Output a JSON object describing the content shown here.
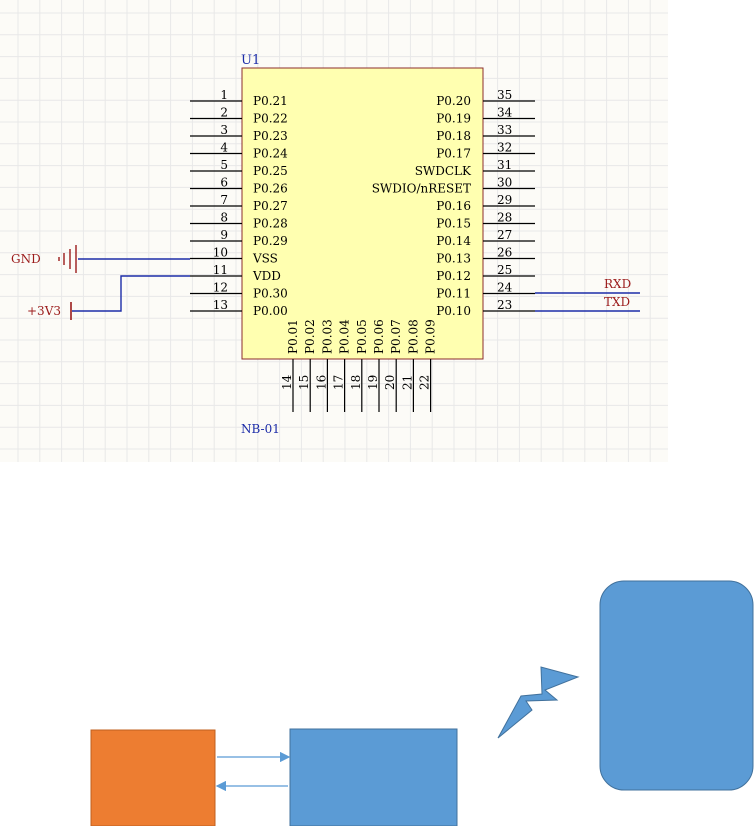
{
  "colors": {
    "grid_bg": "#fcfbf7",
    "grid_line": "#e6e6e6",
    "chip_fill": "#ffffb0",
    "chip_stroke": "#8b2d2d",
    "pin": "#000000",
    "net": "#1c2ca8",
    "net_label": "#9b1b1b",
    "designator": "#1c2ca8",
    "orange_block": "#ed7d31",
    "blue_block": "#5b9bd5",
    "arrow": "#5b9bd5"
  },
  "schematic": {
    "designator": "U1",
    "part_name": "NB-01",
    "left_pins": [
      {
        "num": "1",
        "name": "P0.21"
      },
      {
        "num": "2",
        "name": "P0.22"
      },
      {
        "num": "3",
        "name": "P0.23"
      },
      {
        "num": "4",
        "name": "P0.24"
      },
      {
        "num": "5",
        "name": "P0.25"
      },
      {
        "num": "6",
        "name": "P0.26"
      },
      {
        "num": "7",
        "name": "P0.27"
      },
      {
        "num": "8",
        "name": "P0.28"
      },
      {
        "num": "9",
        "name": "P0.29"
      },
      {
        "num": "10",
        "name": "VSS"
      },
      {
        "num": "11",
        "name": "VDD"
      },
      {
        "num": "12",
        "name": "P0.30"
      },
      {
        "num": "13",
        "name": "P0.00"
      }
    ],
    "right_pins": [
      {
        "num": "35",
        "name": "P0.20"
      },
      {
        "num": "34",
        "name": "P0.19"
      },
      {
        "num": "33",
        "name": "P0.18"
      },
      {
        "num": "32",
        "name": "P0.17"
      },
      {
        "num": "31",
        "name": "SWDCLK"
      },
      {
        "num": "30",
        "name": "SWDIO/nRESET"
      },
      {
        "num": "29",
        "name": "P0.16"
      },
      {
        "num": "28",
        "name": "P0.15"
      },
      {
        "num": "27",
        "name": "P0.14"
      },
      {
        "num": "26",
        "name": "P0.13"
      },
      {
        "num": "25",
        "name": "P0.12"
      },
      {
        "num": "24",
        "name": "P0.11"
      },
      {
        "num": "23",
        "name": "P0.10"
      }
    ],
    "bottom_pins": [
      {
        "num": "14",
        "name": "P0.01"
      },
      {
        "num": "15",
        "name": "P0.02"
      },
      {
        "num": "16",
        "name": "P0.03"
      },
      {
        "num": "17",
        "name": "P0.04"
      },
      {
        "num": "18",
        "name": "P0.05"
      },
      {
        "num": "19",
        "name": "P0.06"
      },
      {
        "num": "20",
        "name": "P0.07"
      },
      {
        "num": "21",
        "name": "P0.08"
      },
      {
        "num": "22",
        "name": "P0.09"
      }
    ],
    "net_labels": {
      "gnd": "GND",
      "power": "+3V3",
      "rxd": "RXD",
      "txd": "TXD"
    }
  }
}
